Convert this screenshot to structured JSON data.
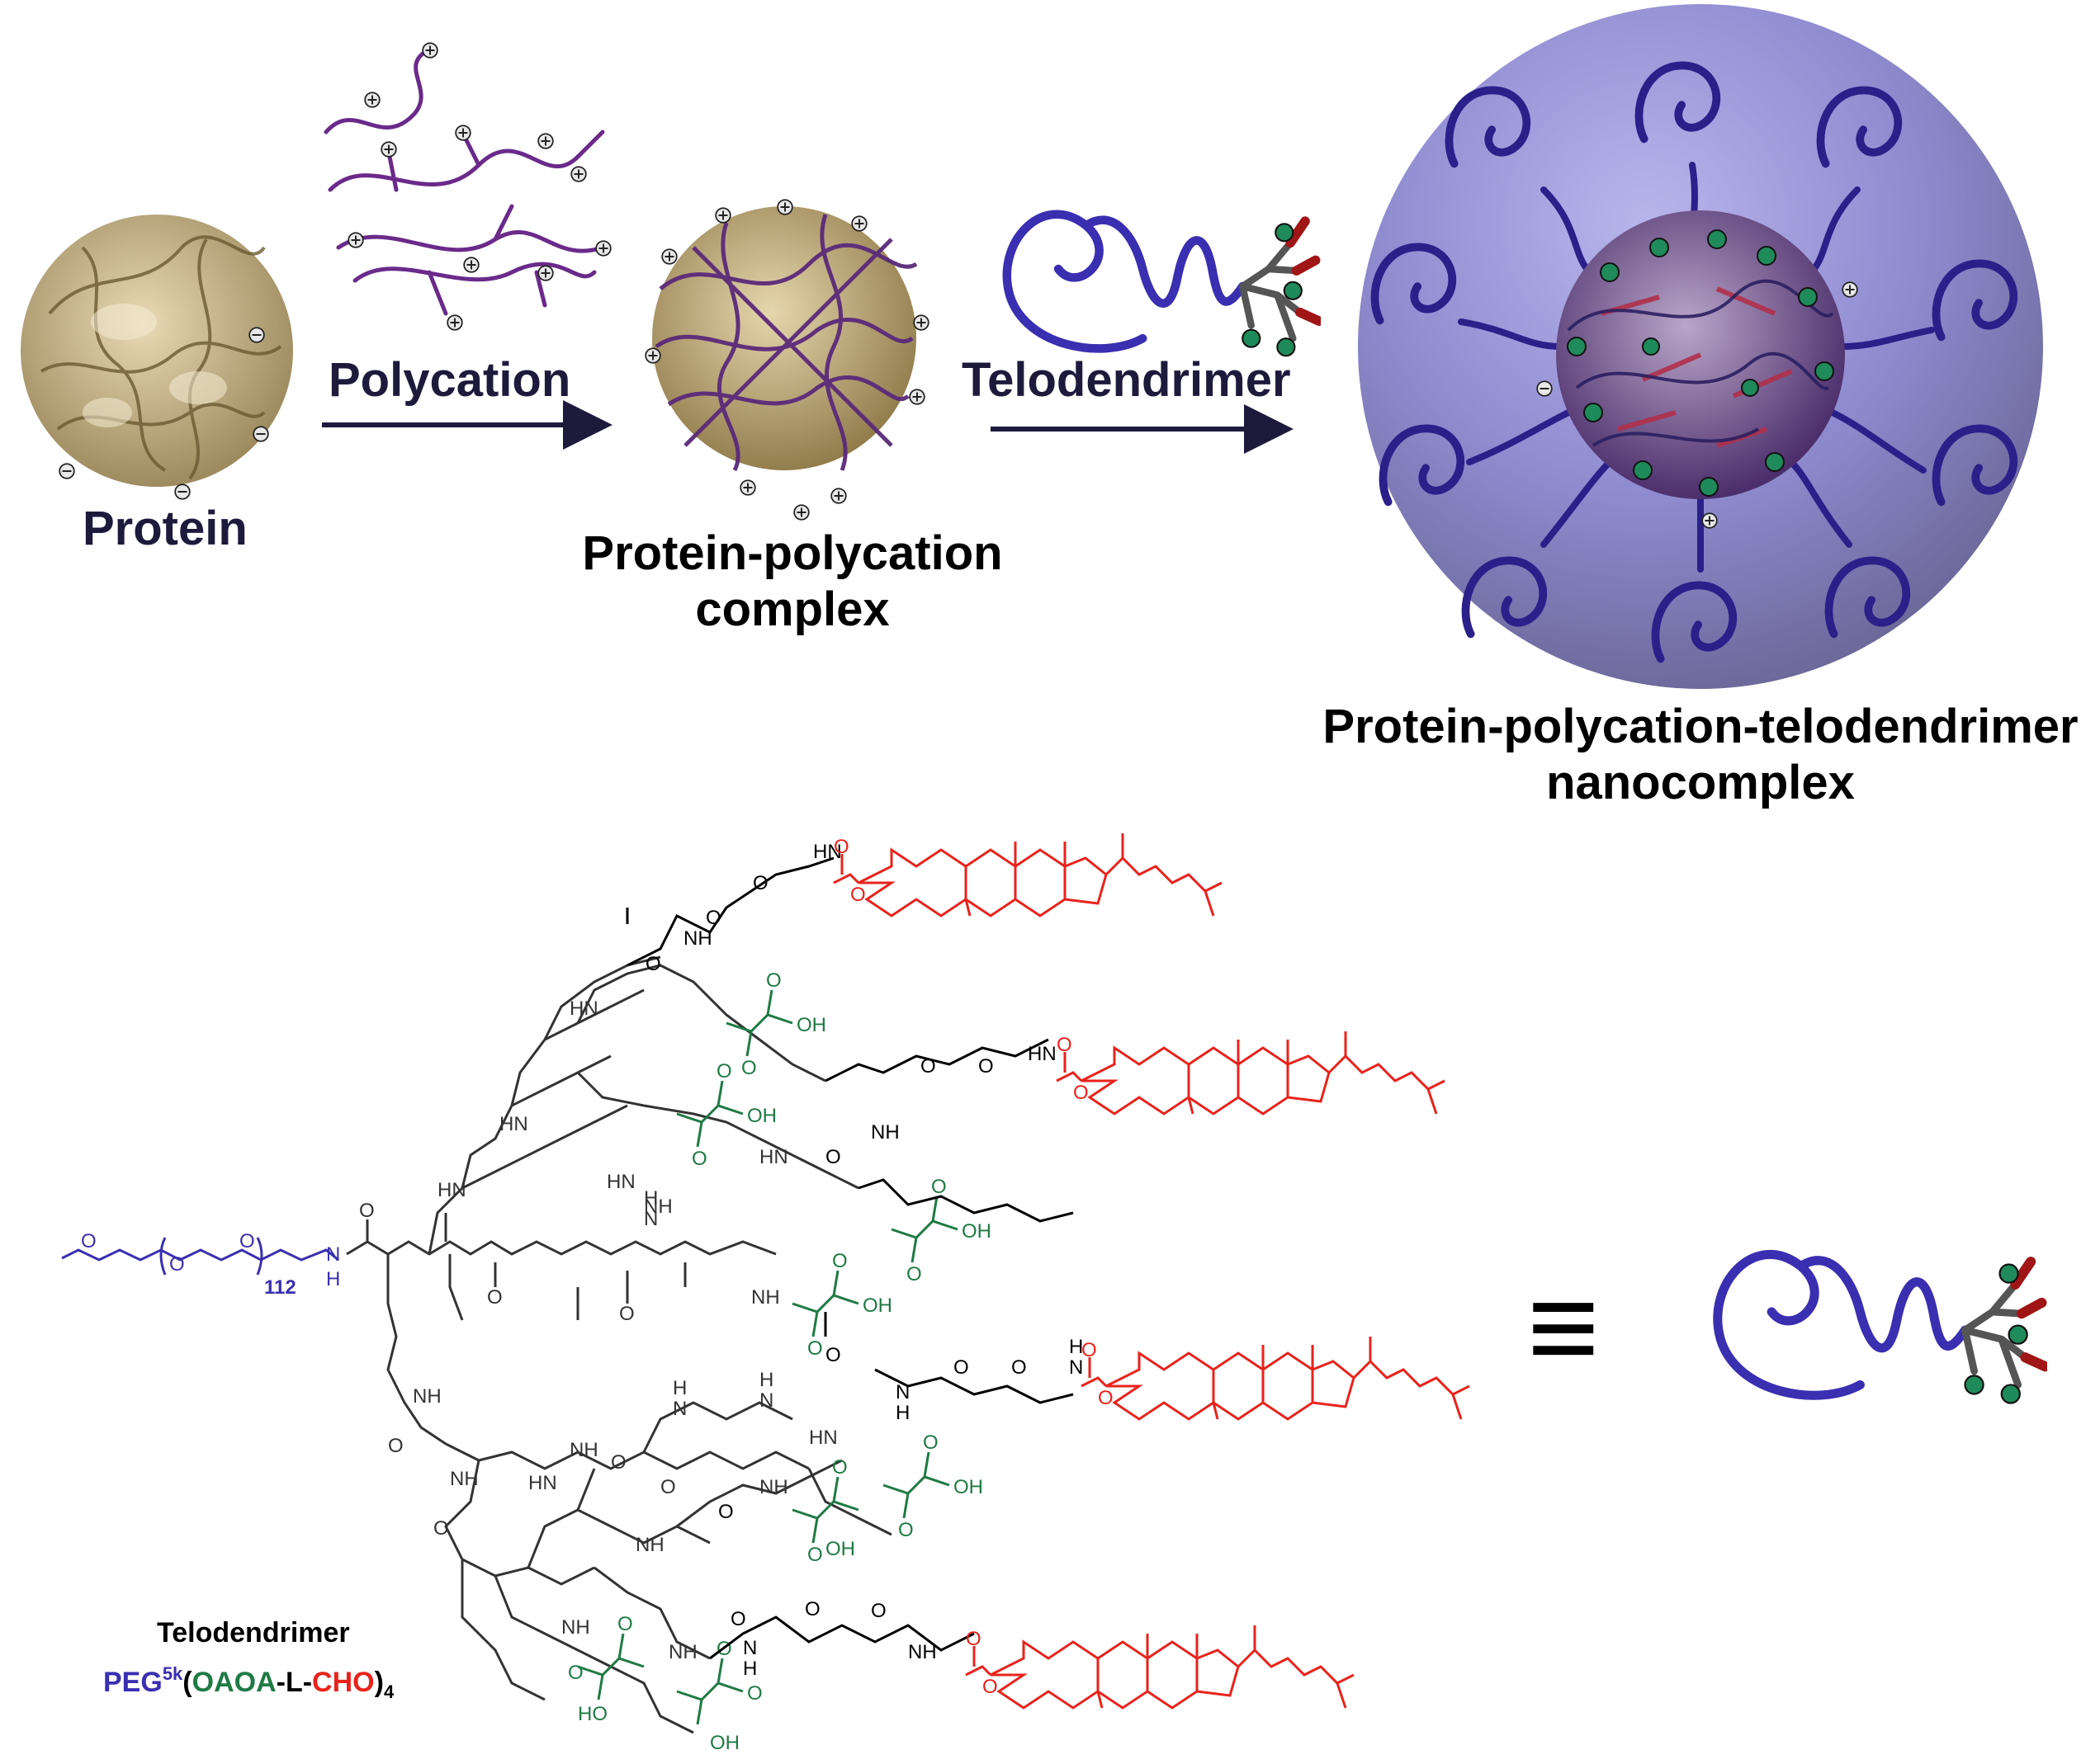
{
  "labels": {
    "protein": "Protein",
    "polycation": "Polycation",
    "complex_line1": "Protein-polycation",
    "complex_line2": "complex",
    "telodendrimer_arrow": "Telodendrimer",
    "nano_line1": "Protein-polycation-telodendrimer",
    "nano_line2": "nanocomplex",
    "equiv": "≡",
    "telodendrimer_caption": "Telodendrimer",
    "formula_peg": "PEG",
    "formula_peg_sup": "5k",
    "formula_open": "(",
    "formula_oaoa": "OAOA",
    "formula_l": "-L-",
    "formula_cho": "CHO",
    "formula_close": ")",
    "formula_sub": "4"
  },
  "atoms": {
    "O": "O",
    "N": "N",
    "H": "H",
    "NH": "NH",
    "HN": "HN",
    "OH": "OH",
    "HO": "HO",
    "repeat": "112",
    "plus": "⊕",
    "minus": "⊖"
  },
  "colors": {
    "peg_blue": "#3a2fb0",
    "oaoa_green": "#1f7a45",
    "cholesterol_red": "#e8231c",
    "backbone_gray": "#333333",
    "linker_black": "#000000",
    "polycation_purple": "#6a2a8a",
    "protein_tan": "#c9b27f",
    "sphere_violet": "#8f8bd0"
  }
}
